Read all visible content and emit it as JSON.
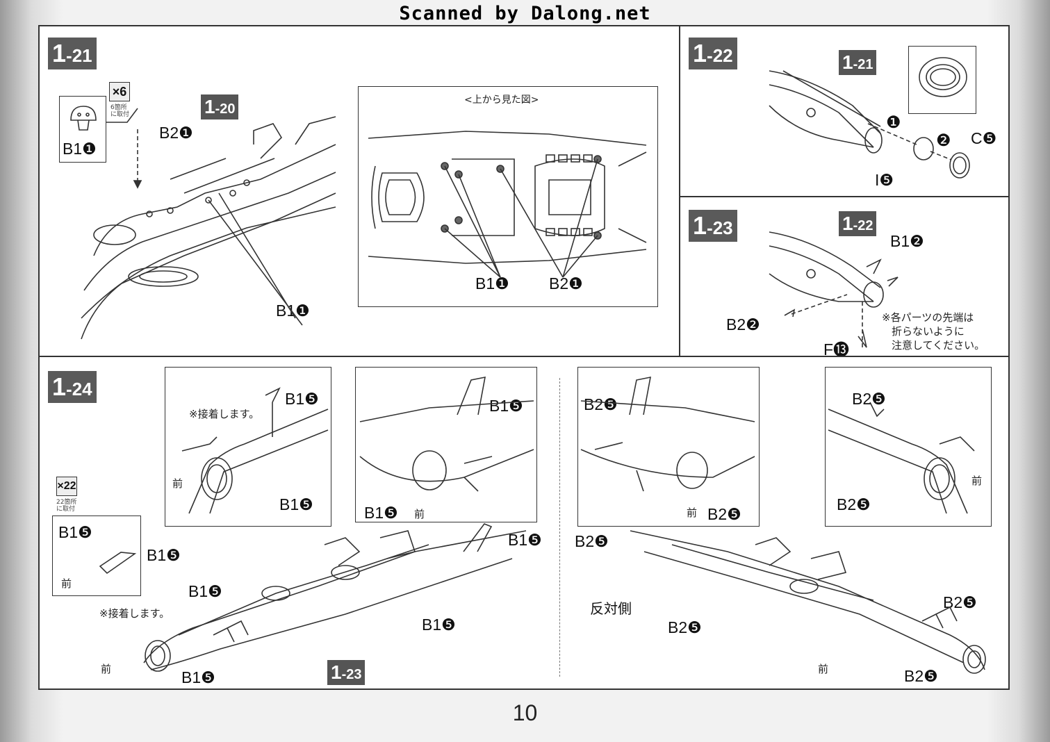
{
  "banner": "Scanned by Dalong.net",
  "page_number": "10",
  "step_1_21": {
    "badge_main": "1",
    "badge_sub": "-21",
    "ref_badge_main": "1",
    "ref_badge_sub": "-20",
    "multiplier": "×6",
    "multiplier_note": "6箇所\nに取付",
    "part_inset": "B1❶",
    "label_b2_1": "B2❶",
    "label_b1_1_bottom": "B1❶",
    "topview_title": "<上から見た図>",
    "topview_b1": "B1❶",
    "topview_b2": "B2❶"
  },
  "step_1_22": {
    "badge_main": "1",
    "badge_sub": "-22",
    "ref_badge_main": "1",
    "ref_badge_sub": "-21",
    "step_a": "❶",
    "step_b": "❷",
    "label_c5": "C❺",
    "label_i5": "I❺"
  },
  "step_1_23": {
    "badge_main": "1",
    "badge_sub": "-23",
    "ref_badge_main": "1",
    "ref_badge_sub": "-22",
    "label_b1_2": "B1❷",
    "label_b2_2": "B2❷",
    "label_f13": "F⓭",
    "note_line1": "※各パーツの先端は",
    "note_line2": "折らないように",
    "note_line3": "注意してください。"
  },
  "step_1_24": {
    "badge_main": "1",
    "badge_sub": "-24",
    "multiplier": "×22",
    "multiplier_note": "22箇所\nに取付",
    "b15": "B1❺",
    "b25": "B2❺",
    "front": "前",
    "glue_note": "※接着します。",
    "opposite_side": "反対側",
    "ref_badge_main": "1",
    "ref_badge_sub": "-23"
  }
}
